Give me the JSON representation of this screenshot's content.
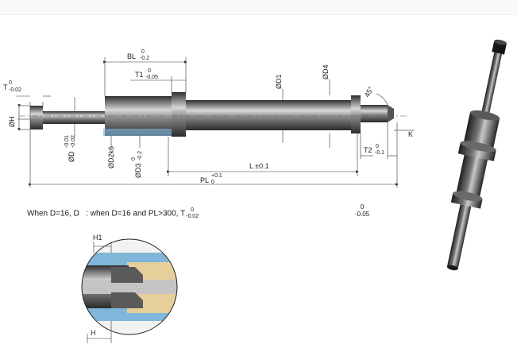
{
  "drawing": {
    "dimensions": {
      "t_label": "T",
      "t_tol_upper": "0",
      "t_tol_lower": "-0.02",
      "bl_label": "BL",
      "bl_tol_upper": "0",
      "bl_tol_lower": "-0.2",
      "t1_label": "T1",
      "t1_tol_upper": "0",
      "t1_tol_lower": "-0.05",
      "d1_label": "ØD1",
      "d4_label": "ØD4",
      "angle_label": "45°",
      "h_label": "ØH",
      "d_label": "ØD",
      "d_tol_upper": "-0.01",
      "d_tol_lower": "-0.02",
      "d2_label": "ØD2k6",
      "d3_label": "ØD3",
      "d3_tol_upper": "0",
      "d3_tol_lower": "-0.2",
      "l_label": "L ±0.1",
      "pl_label": "PL",
      "pl_tol_upper": "+0.1",
      "pl_tol_lower": "0",
      "t2_label": "T2",
      "t2_tol_upper": "0",
      "t2_tol_lower": "-0.1",
      "k_label": "K",
      "h1_label": "H1",
      "h_detail_label": "H"
    },
    "note": {
      "part1": "When D=16,  D",
      "part2": ": when D=16 and PL>300,  T",
      "sub_upper": "0",
      "sub_lower": "-0.02",
      "trailing_upper": "0",
      "trailing_lower": "-0.05"
    },
    "colors": {
      "steel_dark": "#3a3a3a",
      "steel_mid": "#8a8a8a",
      "steel_light": "#d8d8d8",
      "detail_blue": "#7fb6d9",
      "detail_tan": "#e7cf9c"
    }
  }
}
